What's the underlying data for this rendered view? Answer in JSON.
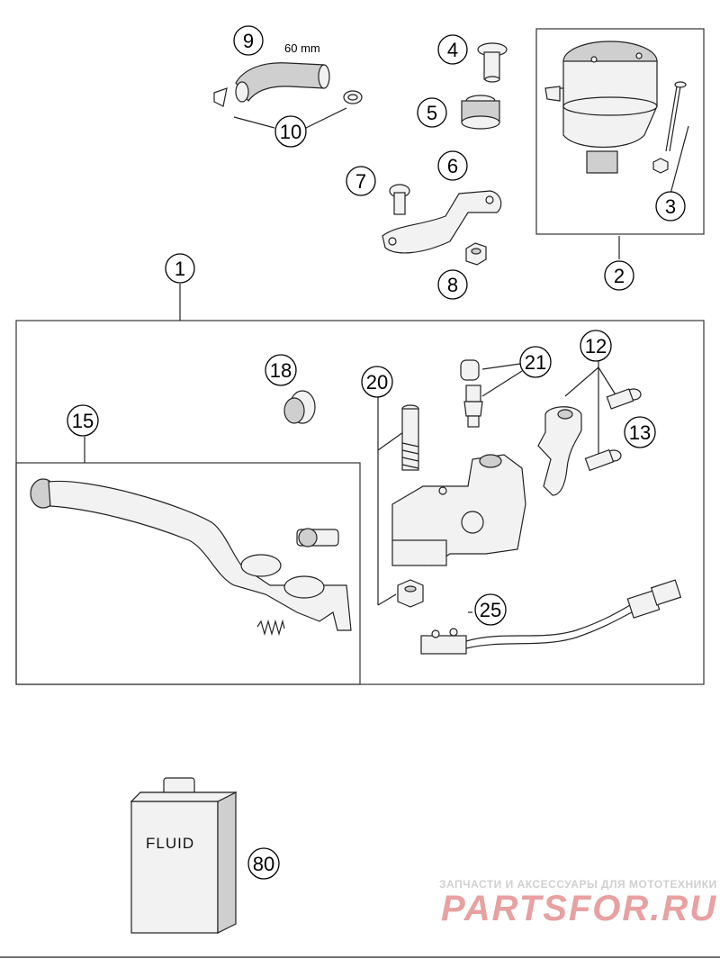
{
  "callouts": {
    "c1": "1",
    "c2": "2",
    "c3": "3",
    "c4": "4",
    "c5": "5",
    "c6": "6",
    "c7": "7",
    "c8": "8",
    "c9": "9",
    "c10": "10",
    "c12": "12",
    "c13": "13",
    "c15": "15",
    "c18": "18",
    "c20": "20",
    "c21": "21",
    "c25": "25",
    "c80": "80"
  },
  "hose_length_label": "60 mm",
  "fluid_label": "FLUID",
  "watermark": {
    "tagline": "ЗАПЧАСТИ И АКСЕССУАРЫ ДЛЯ МОТОТЕХНИКИ",
    "logo": "PARTSFOR.RU",
    "color": "#e8a0a0"
  }
}
